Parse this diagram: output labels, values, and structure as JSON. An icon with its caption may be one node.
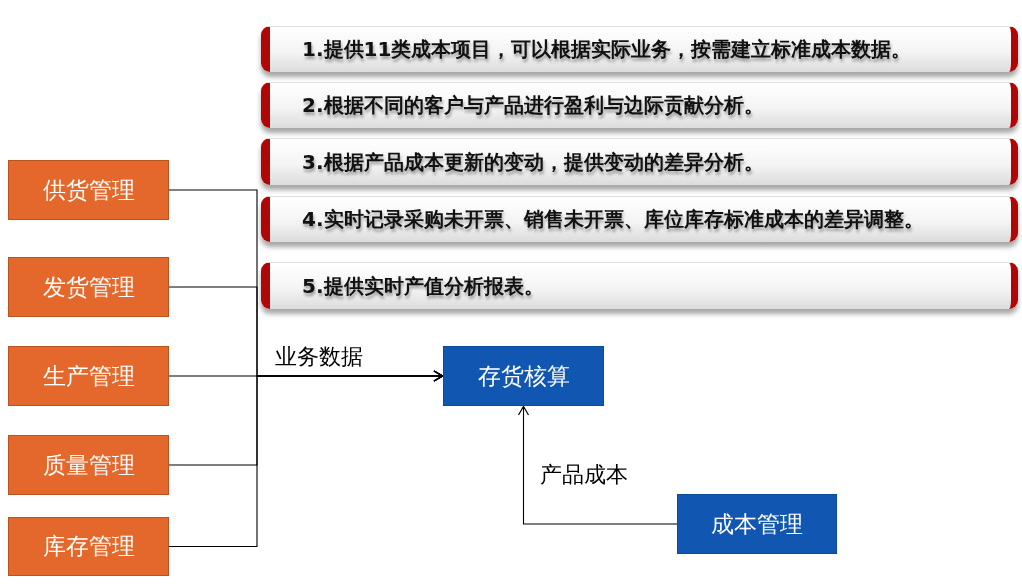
{
  "diagram": {
    "nodes": [
      {
        "text": [
          "1.提供11类成本项目，可以根据实际业务，按需建立标准成本数据。"
        ]
      },
      {
        "text": [
          "2.根据不同的客户与产品进行盈利与边际贡献分析。"
        ]
      },
      {
        "text": [
          "3.根据产品成本更新的变动，提供变动的差异分析。"
        ]
      },
      {
        "text": [
          "4.实时记录采购未开票、销售未开票、库位库存标准成本的差异调整。"
        ]
      },
      {
        "text": [
          "5.提供实时产值分析报表。"
        ]
      },
      {
        "text": [
          "供货管理"
        ]
      },
      {
        "text": [
          "发货管理"
        ]
      },
      {
        "text": [
          "生产管理"
        ]
      },
      {
        "text": [
          "质量管理"
        ]
      },
      {
        "text": [
          "库存管理"
        ]
      },
      {
        "text": [
          "存货核算"
        ]
      },
      {
        "text": [
          "成本管理"
        ]
      }
    ],
    "edges": [
      {
        "from": 5,
        "to": 10,
        "arrow": "to"
      },
      {
        "from": 6,
        "to": 10,
        "arrow": "to"
      },
      {
        "from": 7,
        "to": 10,
        "arrow": "to",
        "label": "业务数据"
      },
      {
        "from": 8,
        "to": 10,
        "arrow": "to"
      },
      {
        "from": 9,
        "to": 10,
        "arrow": "to"
      },
      {
        "from": 11,
        "to": 10,
        "arrow": "to",
        "label": "产品成本"
      }
    ]
  }
}
